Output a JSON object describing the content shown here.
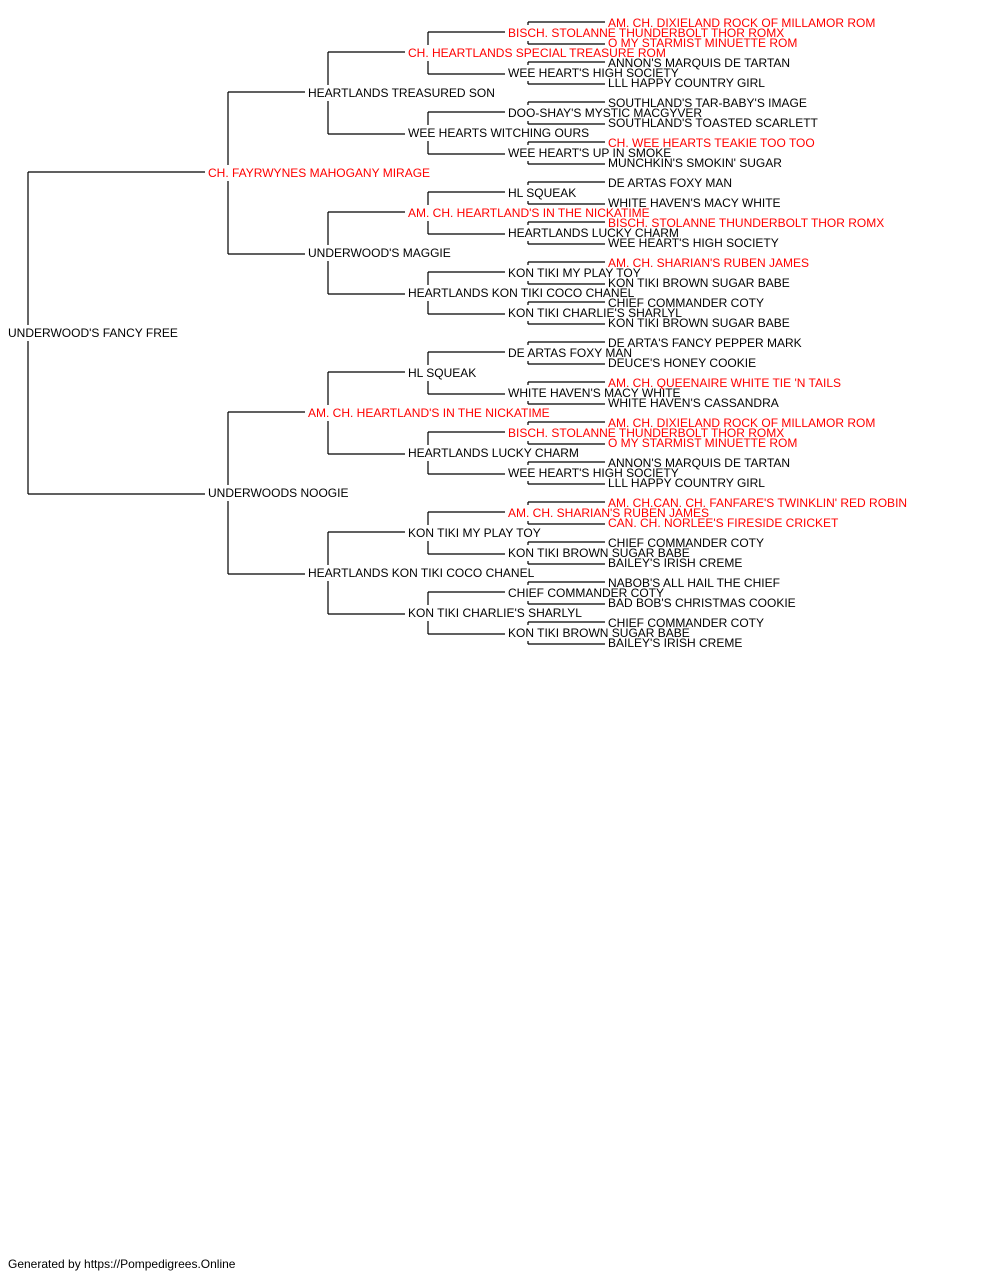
{
  "colors": {
    "champion": "#ff0000",
    "normal": "#000000",
    "line": "#000000"
  },
  "footer": "Generated by https://Pompedigrees.Online",
  "subject": {
    "name": "UNDERWOOD'S FANCY FREE",
    "champion": false
  },
  "generations": [
    [
      {
        "name": "CH. FAYRWYNES MAHOGANY MIRAGE",
        "champion": true
      },
      {
        "name": "UNDERWOODS NOOGIE",
        "champion": false
      }
    ],
    [
      {
        "name": "HEARTLANDS TREASURED SON",
        "champion": false
      },
      {
        "name": "UNDERWOOD'S MAGGIE",
        "champion": false
      },
      {
        "name": "AM. CH. HEARTLAND'S IN THE NICKATIME",
        "champion": true
      },
      {
        "name": "HEARTLANDS KON TIKI COCO CHANEL",
        "champion": false
      }
    ],
    [
      {
        "name": "CH. HEARTLANDS SPECIAL TREASURE ROM",
        "champion": true
      },
      {
        "name": "WEE HEARTS WITCHING OURS",
        "champion": false
      },
      {
        "name": "AM. CH. HEARTLAND'S IN THE NICKATIME",
        "champion": true
      },
      {
        "name": "HEARTLANDS KON TIKI COCO CHANEL",
        "champion": false
      },
      {
        "name": "HL SQUEAK",
        "champion": false
      },
      {
        "name": "HEARTLANDS LUCKY CHARM",
        "champion": false
      },
      {
        "name": "KON TIKI MY PLAY TOY",
        "champion": false
      },
      {
        "name": "KON TIKI CHARLIE'S SHARLYL",
        "champion": false
      }
    ],
    [
      {
        "name": "BISCH. STOLANNE THUNDERBOLT THOR ROMX",
        "champion": true
      },
      {
        "name": "WEE HEART'S HIGH SOCIETY",
        "champion": false
      },
      {
        "name": "DOO-SHAY'S MYSTIC MACGYVER",
        "champion": false
      },
      {
        "name": "WEE HEART'S UP IN SMOKE",
        "champion": false
      },
      {
        "name": "HL SQUEAK",
        "champion": false
      },
      {
        "name": "HEARTLANDS LUCKY CHARM",
        "champion": false
      },
      {
        "name": "KON TIKI MY PLAY TOY",
        "champion": false
      },
      {
        "name": "KON TIKI CHARLIE'S SHARLYL",
        "champion": false
      },
      {
        "name": "DE ARTAS FOXY MAN",
        "champion": false
      },
      {
        "name": "WHITE HAVEN'S MACY WHITE",
        "champion": false
      },
      {
        "name": "BISCH. STOLANNE THUNDERBOLT THOR ROMX",
        "champion": true
      },
      {
        "name": "WEE HEART'S HIGH SOCIETY",
        "champion": false
      },
      {
        "name": "AM. CH. SHARIAN'S RUBEN JAMES",
        "champion": true
      },
      {
        "name": "KON TIKI BROWN SUGAR BABE",
        "champion": false
      },
      {
        "name": "CHIEF COMMANDER COTY",
        "champion": false
      },
      {
        "name": "KON TIKI BROWN SUGAR BABE",
        "champion": false
      }
    ],
    [
      {
        "name": "AM. CH. DIXIELAND ROCK OF MILLAMOR ROM",
        "champion": true
      },
      {
        "name": "O MY STARMIST MINUETTE ROM",
        "champion": true
      },
      {
        "name": "ANNON'S MARQUIS DE TARTAN",
        "champion": false
      },
      {
        "name": "LLL HAPPY COUNTRY GIRL",
        "champion": false
      },
      {
        "name": "SOUTHLAND'S TAR-BABY'S IMAGE",
        "champion": false
      },
      {
        "name": "SOUTHLAND'S TOASTED SCARLETT",
        "champion": false
      },
      {
        "name": "CH. WEE HEARTS TEAKIE TOO TOO",
        "champion": true
      },
      {
        "name": "MUNCHKIN'S SMOKIN' SUGAR",
        "champion": false
      },
      {
        "name": "DE ARTAS FOXY MAN",
        "champion": false
      },
      {
        "name": "WHITE HAVEN'S MACY WHITE",
        "champion": false
      },
      {
        "name": "BISCH. STOLANNE THUNDERBOLT THOR ROMX",
        "champion": true
      },
      {
        "name": "WEE HEART'S HIGH SOCIETY",
        "champion": false
      },
      {
        "name": "AM. CH. SHARIAN'S RUBEN JAMES",
        "champion": true
      },
      {
        "name": "KON TIKI BROWN SUGAR BABE",
        "champion": false
      },
      {
        "name": "CHIEF COMMANDER COTY",
        "champion": false
      },
      {
        "name": "KON TIKI BROWN SUGAR BABE",
        "champion": false
      },
      {
        "name": "DE ARTA'S FANCY PEPPER MARK",
        "champion": false
      },
      {
        "name": "DEUCE'S HONEY COOKIE",
        "champion": false
      },
      {
        "name": "AM. CH. QUEENAIRE WHITE TIE 'N TAILS",
        "champion": true
      },
      {
        "name": "WHITE HAVEN'S CASSANDRA",
        "champion": false
      },
      {
        "name": "AM. CH. DIXIELAND ROCK OF MILLAMOR ROM",
        "champion": true
      },
      {
        "name": "O MY STARMIST MINUETTE ROM",
        "champion": true
      },
      {
        "name": "ANNON'S MARQUIS DE TARTAN",
        "champion": false
      },
      {
        "name": "LLL HAPPY COUNTRY GIRL",
        "champion": false
      },
      {
        "name": "AM. CH.CAN. CH. FANFARE'S TWINKLIN' RED ROBIN",
        "champion": true
      },
      {
        "name": "CAN. CH. NORLEE'S FIRESIDE CRICKET",
        "champion": true
      },
      {
        "name": "CHIEF COMMANDER COTY",
        "champion": false
      },
      {
        "name": "BAILEY'S IRISH CREME",
        "champion": false
      },
      {
        "name": "NABOB'S ALL HAIL THE CHIEF",
        "champion": false
      },
      {
        "name": "BAD BOB'S CHRISTMAS COOKIE",
        "champion": false
      },
      {
        "name": "CHIEF COMMANDER COTY",
        "champion": false
      },
      {
        "name": "BAILEY'S IRISH CREME",
        "champion": false
      }
    ]
  ]
}
